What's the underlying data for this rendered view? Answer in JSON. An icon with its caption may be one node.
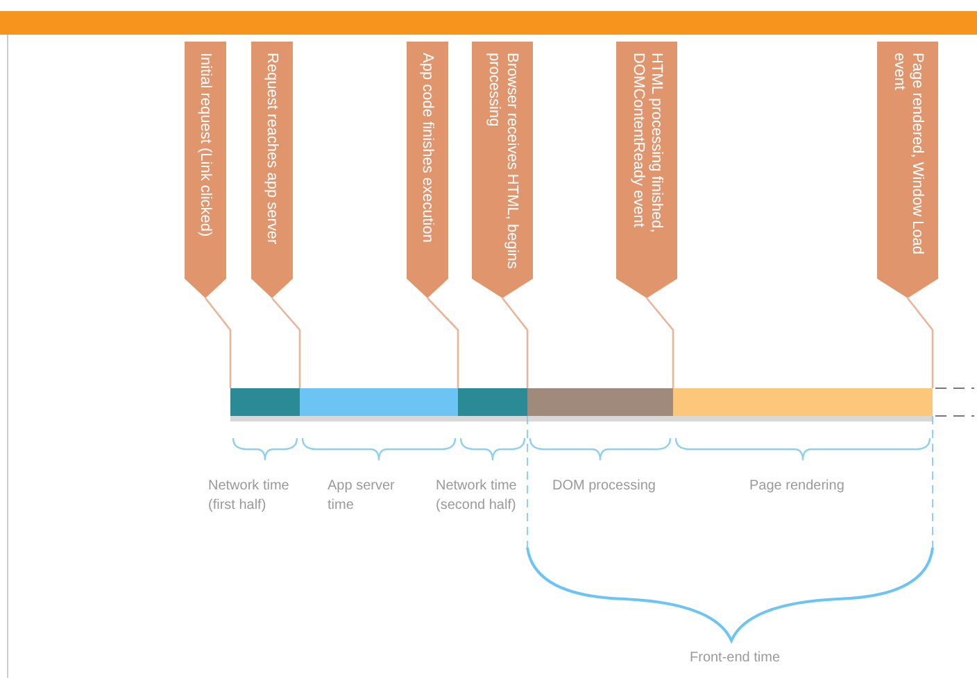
{
  "diagram": {
    "nodes": [
      {
        "text": [
          "Initial request (Link clicked)"
        ]
      },
      {
        "text": [
          "Request reaches app server"
        ]
      },
      {
        "text": [
          "App code finishes execution"
        ]
      },
      {
        "text": [
          "Browser receives HTML, begins processing"
        ]
      },
      {
        "text": [
          "HTML processing finished, DOMContentReady event"
        ]
      },
      {
        "text": [
          "Page rendered, Window Load event"
        ]
      }
    ],
    "edges": [
      {
        "from": 0,
        "to": null,
        "arrow": "none"
      },
      {
        "from": 1,
        "to": null,
        "arrow": "none"
      },
      {
        "from": 2,
        "to": null,
        "arrow": "none"
      },
      {
        "from": 3,
        "to": null,
        "arrow": "none"
      },
      {
        "from": 4,
        "to": null,
        "arrow": "none"
      },
      {
        "from": 5,
        "to": null,
        "arrow": "none"
      }
    ],
    "labels": [
      "Network time (first half)",
      "App server time",
      "Network time (second half)",
      "DOM processing",
      "Page rendering",
      "Front-end time"
    ]
  }
}
